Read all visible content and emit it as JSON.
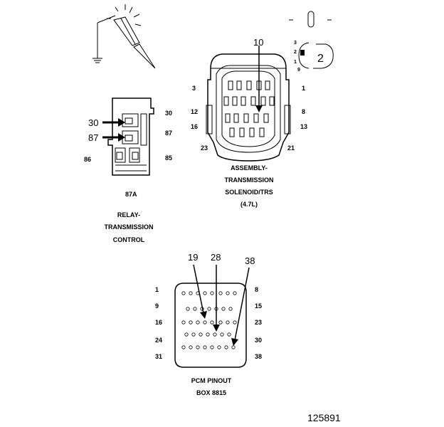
{
  "relay": {
    "pin_30": "30",
    "pin_87": "87",
    "pin_86": "86",
    "pin_85": "85",
    "pin_87a": "87A",
    "callout_30": "30",
    "callout_87": "87",
    "caption_line1": "RELAY-",
    "caption_line2": "TRANSMISSION",
    "caption_line3": "CONTROL"
  },
  "solenoid": {
    "callout_10": "10",
    "cav_3": "3",
    "cav_1": "1",
    "cav_12": "12",
    "cav_8": "8",
    "cav_16": "16",
    "cav_13": "13",
    "cav_23": "23",
    "cav_21": "21",
    "caption_line1": "ASSEMBLY-",
    "caption_line2": "TRANSMISSION",
    "caption_line3": "SOLENOID/TRS",
    "caption_line4": "(4.7L)"
  },
  "detail": {
    "pin_3": "3",
    "pin_2": "2",
    "pin_1": "1",
    "pin_9": "9",
    "callout_2": "2"
  },
  "pcm": {
    "callout_19": "19",
    "callout_28": "28",
    "callout_38": "38",
    "row_left": [
      "1",
      "9",
      "16",
      "24",
      "31"
    ],
    "row_right": [
      "8",
      "15",
      "23",
      "30",
      "38"
    ],
    "caption_line1": "PCM PINOUT",
    "caption_line2": "BOX 8815"
  },
  "figure_number": "125891"
}
